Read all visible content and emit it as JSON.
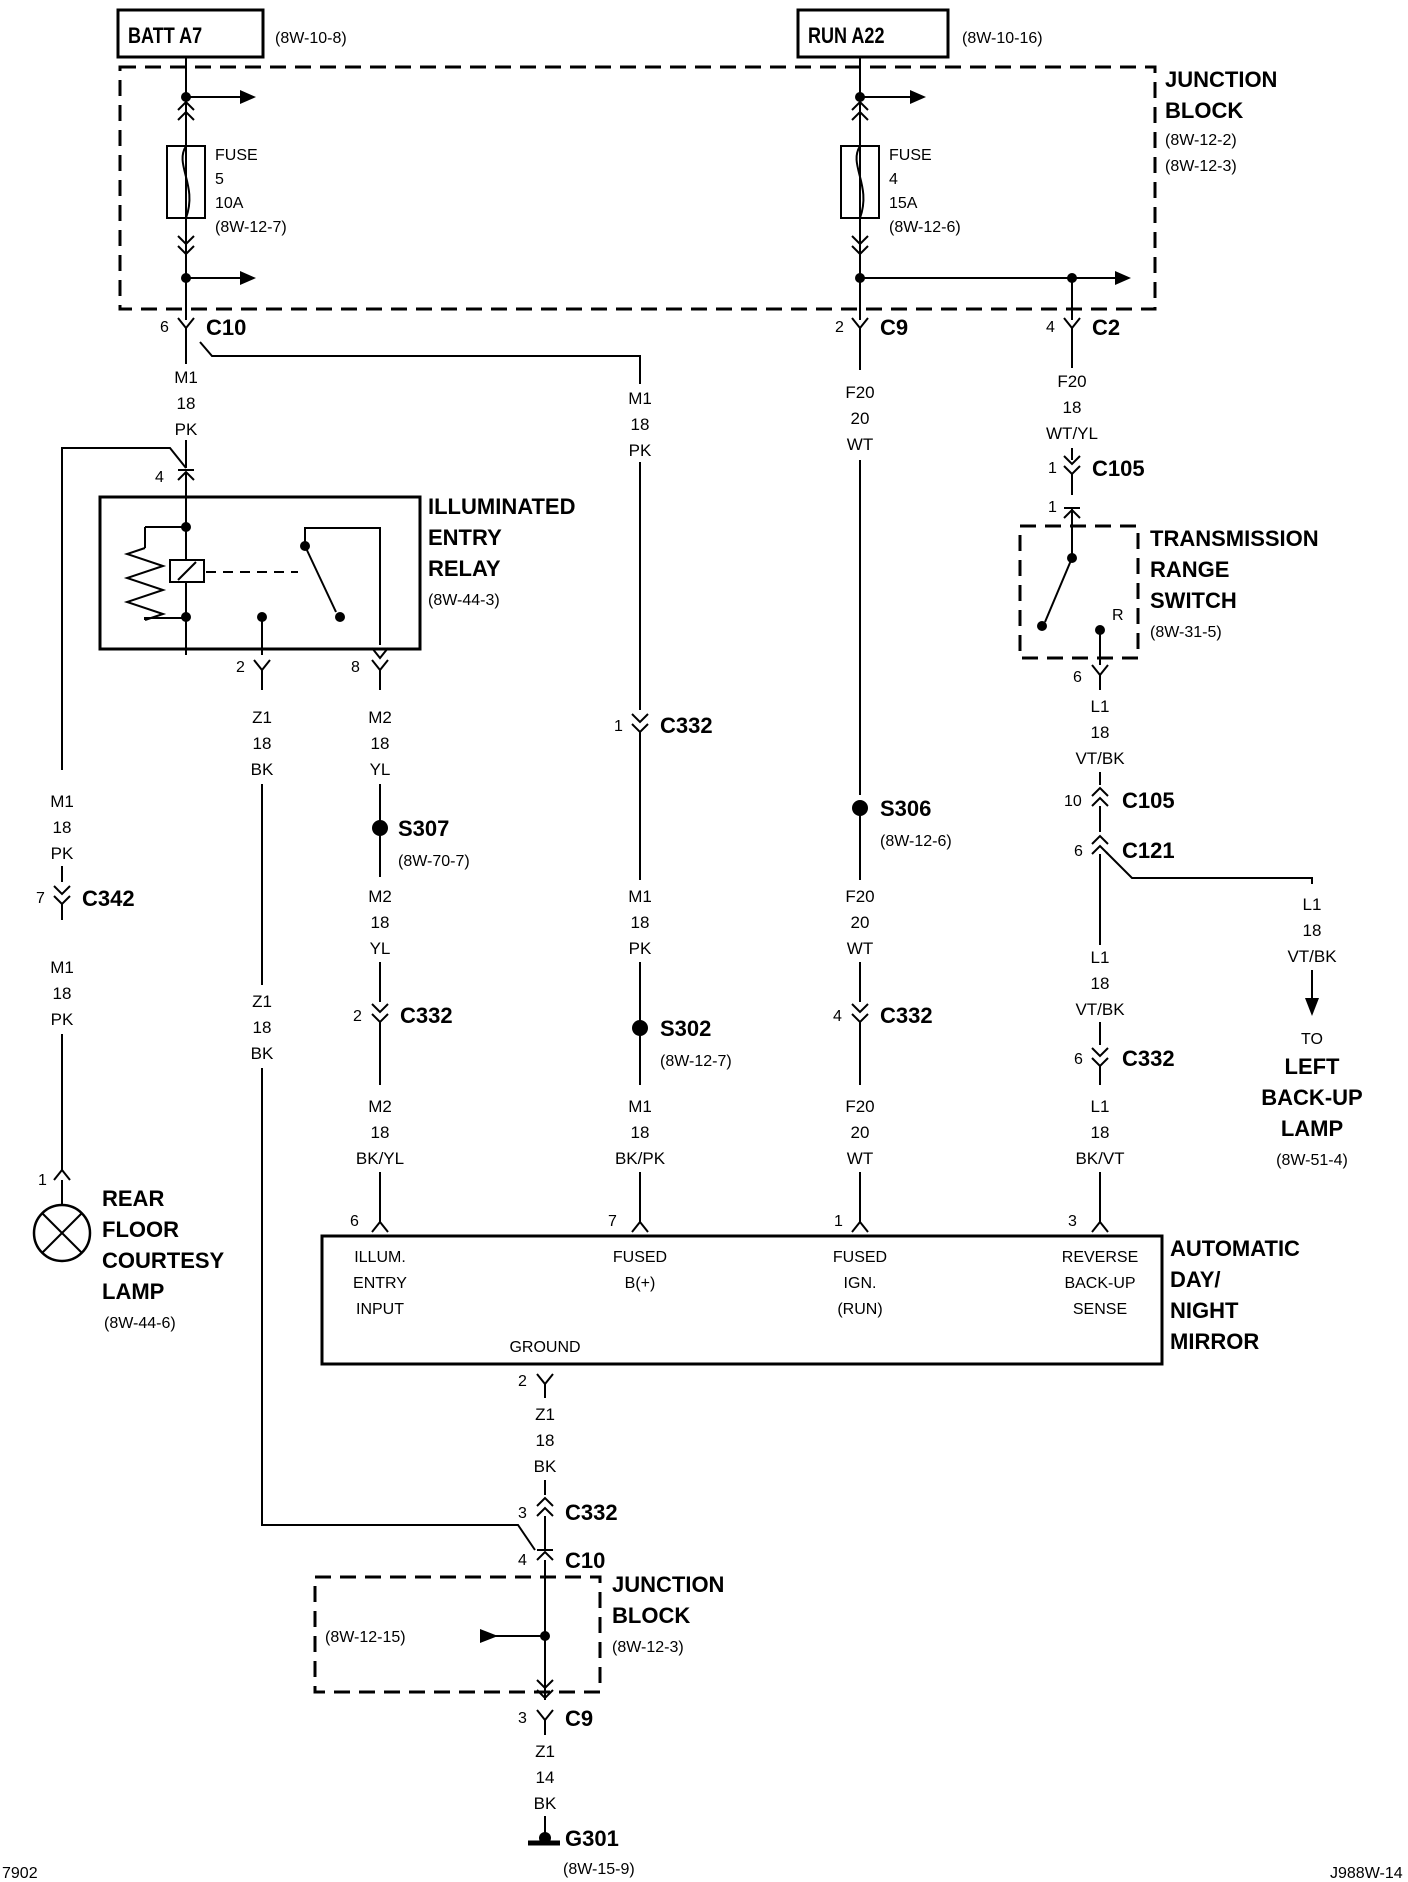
{
  "sources": {
    "batt": {
      "label": "BATT A7",
      "ref": "(8W-10-8)"
    },
    "run": {
      "label": "RUN A22",
      "ref": "(8W-10-16)"
    }
  },
  "junction_block_top": {
    "line1": "JUNCTION",
    "line2": "BLOCK",
    "ref1": "(8W-12-2)",
    "ref2": "(8W-12-3)"
  },
  "fuse5": {
    "l1": "FUSE",
    "l2": "5",
    "l3": "10A",
    "ref": "(8W-12-7)"
  },
  "fuse4": {
    "l1": "FUSE",
    "l2": "4",
    "l3": "15A",
    "ref": "(8W-12-6)"
  },
  "connectors": {
    "c10_top": {
      "pin": "6",
      "name": "C10"
    },
    "c9_top": {
      "pin": "2",
      "name": "C9"
    },
    "c2": {
      "pin": "4",
      "name": "C2"
    },
    "c105_a": {
      "pin_top": "1",
      "pin_bot": "1",
      "name": "C105"
    },
    "c332_m1": {
      "pin": "1",
      "name": "C332"
    },
    "c342": {
      "pin": "7",
      "name": "C342"
    },
    "c105_b": {
      "pin": "10",
      "name": "C105"
    },
    "c121": {
      "pin": "6",
      "name": "C121"
    },
    "c332_m2": {
      "pin": "2",
      "name": "C332"
    },
    "c332_f20": {
      "pin": "4",
      "name": "C332"
    },
    "c332_l1": {
      "pin": "6",
      "name": "C332"
    },
    "c332_z1": {
      "pin": "3",
      "name": "C332"
    },
    "c10_bot": {
      "pin": "4",
      "name": "C10"
    },
    "c9_bot": {
      "pin": "3",
      "name": "C9"
    }
  },
  "wires": {
    "m1_top": [
      "M1",
      "18",
      "PK"
    ],
    "m1_right": [
      "M1",
      "18",
      "PK"
    ],
    "f20_top": [
      "F20",
      "20",
      "WT"
    ],
    "f20_c2": [
      "F20",
      "18",
      "WT/YL"
    ],
    "m1_left_a": [
      "M1",
      "18",
      "PK"
    ],
    "m1_left_b": [
      "M1",
      "18",
      "PK"
    ],
    "z1_relay": [
      "Z1",
      "18",
      "BK"
    ],
    "z1_relay_b": [
      "Z1",
      "18",
      "BK"
    ],
    "m2_a": [
      "M2",
      "18",
      "YL"
    ],
    "m2_b": [
      "M2",
      "18",
      "YL"
    ],
    "m2_c": [
      "M2",
      "18",
      "BK/YL"
    ],
    "m1_mid": [
      "M1",
      "18",
      "PK"
    ],
    "m1_bot": [
      "M1",
      "18",
      "BK/PK"
    ],
    "f20_mid": [
      "F20",
      "20",
      "WT"
    ],
    "f20_bot": [
      "F20",
      "20",
      "WT"
    ],
    "l1_a": [
      "L1",
      "18",
      "VT/BK"
    ],
    "l1_b": [
      "L1",
      "18",
      "VT/BK"
    ],
    "l1_c": [
      "L1",
      "18",
      "BK/VT"
    ],
    "l1_left": [
      "L1",
      "18",
      "VT/BK"
    ],
    "z1_gnd": [
      "Z1",
      "18",
      "BK"
    ],
    "z1_g301": [
      "Z1",
      "14",
      "BK"
    ]
  },
  "relay": {
    "l1": "ILLUMINATED",
    "l2": "ENTRY",
    "l3": "RELAY",
    "ref": "(8W-44-3)",
    "pin4": "4",
    "pin2": "2",
    "pin8": "8"
  },
  "trs": {
    "l1": "TRANSMISSION",
    "l2": "RANGE",
    "l3": "SWITCH",
    "ref": "(8W-31-5)",
    "r": "R",
    "pin6": "6"
  },
  "splices": {
    "s307": {
      "name": "S307",
      "ref": "(8W-70-7)"
    },
    "s306": {
      "name": "S306",
      "ref": "(8W-12-6)"
    },
    "s302": {
      "name": "S302",
      "ref": "(8W-12-7)"
    }
  },
  "lamp": {
    "pin": "1",
    "l1": "REAR",
    "l2": "FLOOR",
    "l3": "COURTESY",
    "l4": "LAMP",
    "ref": "(8W-44-6)"
  },
  "backup": {
    "to": "TO",
    "l1": "LEFT",
    "l2": "BACK-UP",
    "l3": "LAMP",
    "ref": "(8W-51-4)"
  },
  "mirror": {
    "l1": "AUTOMATIC",
    "l2": "DAY/",
    "l3": "NIGHT",
    "l4": "MIRROR",
    "pins": [
      "6",
      "7",
      "1",
      "3",
      "2"
    ],
    "in1": [
      "ILLUM.",
      "ENTRY",
      "INPUT"
    ],
    "in2": [
      "FUSED",
      "B(+)"
    ],
    "in3": [
      "FUSED",
      "IGN.",
      "(RUN)"
    ],
    "in4": [
      "REVERSE",
      "BACK-UP",
      "SENSE"
    ],
    "ground": "GROUND"
  },
  "junction_block_bot": {
    "line1": "JUNCTION",
    "line2": "BLOCK",
    "ref": "(8W-12-3)",
    "ref_left": "(8W-12-15)"
  },
  "ground": {
    "name": "G301",
    "ref": "(8W-15-9)"
  },
  "footer": {
    "left": "7902",
    "right": "J988W-14"
  }
}
